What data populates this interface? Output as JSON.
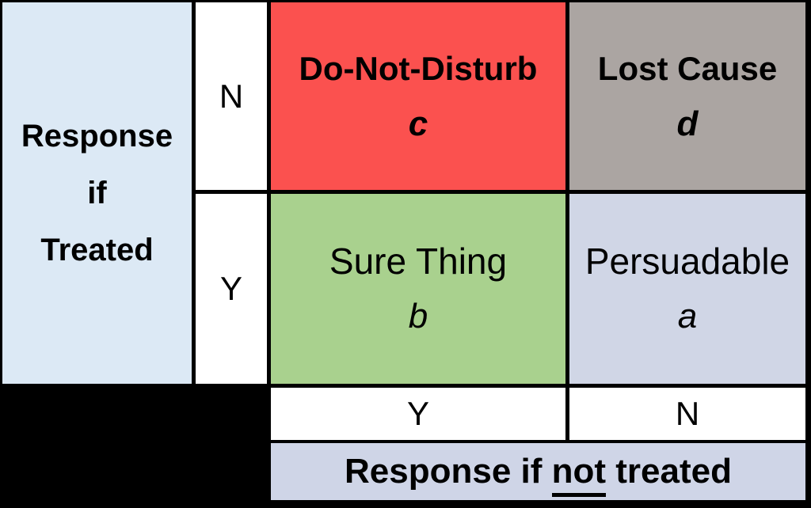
{
  "colors": {
    "page_bg": "#000000",
    "row_axis_bg": "#dce9f5",
    "value_cell_bg": "#ffffff",
    "do_not_disturb_bg": "#fb514f",
    "lost_cause_bg": "#aba5a2",
    "sure_thing_bg": "#a9d18e",
    "persuadable_bg": "#d0d6e6",
    "banner_bg": "#cfd5e7",
    "text": "#000000"
  },
  "row_axis": {
    "title": "Response if Treated",
    "title_lines": [
      "Response",
      "if",
      "Treated"
    ],
    "values": [
      "N",
      "Y"
    ]
  },
  "col_axis": {
    "values": [
      "Y",
      "N"
    ],
    "title": {
      "full": "Response if not treated",
      "before": "Response if ",
      "underlined": "not",
      "after": " treated"
    }
  },
  "quadrants": {
    "top_left": {
      "label": "Do-Not-Disturb",
      "symbol": "c"
    },
    "top_right": {
      "label": "Lost Cause",
      "symbol": "d"
    },
    "bottom_left": {
      "label": "Sure Thing",
      "symbol": "b"
    },
    "bottom_right": {
      "label": "Persuadable",
      "symbol": "a"
    }
  }
}
